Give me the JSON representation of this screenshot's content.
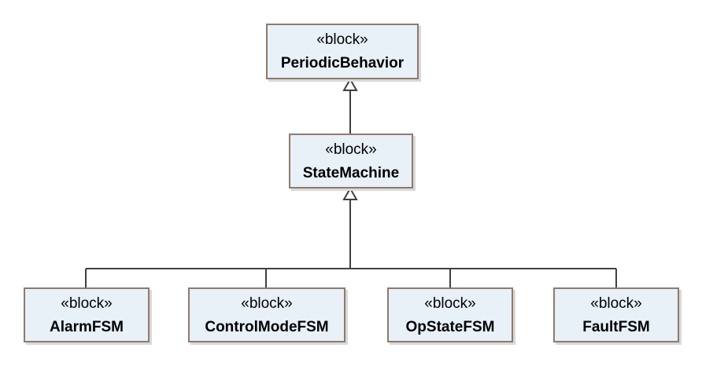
{
  "diagram": {
    "stereotype": "«block»",
    "blocks": [
      {
        "id": "periodic",
        "name": "PeriodicBehavior"
      },
      {
        "id": "state",
        "name": "StateMachine"
      },
      {
        "id": "alarm",
        "name": "AlarmFSM"
      },
      {
        "id": "control",
        "name": "ControlModeFSM"
      },
      {
        "id": "opstate",
        "name": "OpStateFSM"
      },
      {
        "id": "fault",
        "name": "FaultFSM"
      }
    ],
    "generalizations": [
      {
        "from": "StateMachine",
        "to": "PeriodicBehavior"
      },
      {
        "from": "AlarmFSM",
        "to": "StateMachine"
      },
      {
        "from": "ControlModeFSM",
        "to": "StateMachine"
      },
      {
        "from": "OpStateFSM",
        "to": "StateMachine"
      },
      {
        "from": "FaultFSM",
        "to": "StateMachine"
      }
    ],
    "colors": {
      "block_fill": "#e8f0f8",
      "block_border": "#8f7a6a",
      "line": "#404040"
    }
  }
}
